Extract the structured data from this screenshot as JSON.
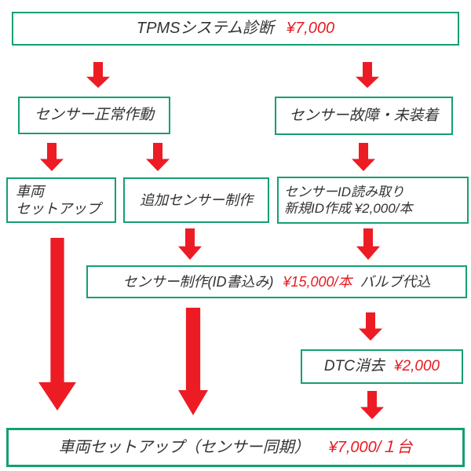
{
  "colors": {
    "box_border_green": "#14a06e",
    "arrow_red": "#ed1c24",
    "price_red": "#e8191f",
    "text_dark": "#333333"
  },
  "nodes": {
    "diagnosis": {
      "label": "TPMSシステム診断",
      "price": "¥7,000"
    },
    "sensor_normal": {
      "label": "センサー正常作動"
    },
    "sensor_fault": {
      "label": "センサー故障・未装着"
    },
    "vehicle_setup": {
      "line1": "車両",
      "line2": "セットアップ"
    },
    "add_sensor": {
      "label": "追加センサー制作"
    },
    "id_read": {
      "line1": "センサーID読み取り",
      "line2": "新規ID作成 ¥2,000/本"
    },
    "sensor_make": {
      "label": "センサー制作(ID書込み)",
      "price": "¥15,000/本",
      "suffix": "バルブ代込"
    },
    "dtc_clear": {
      "label": "DTC消去",
      "price": "¥2,000"
    },
    "final_setup": {
      "label": "車両セットアップ（センサー同期）",
      "price": "¥7,000/１台"
    }
  }
}
